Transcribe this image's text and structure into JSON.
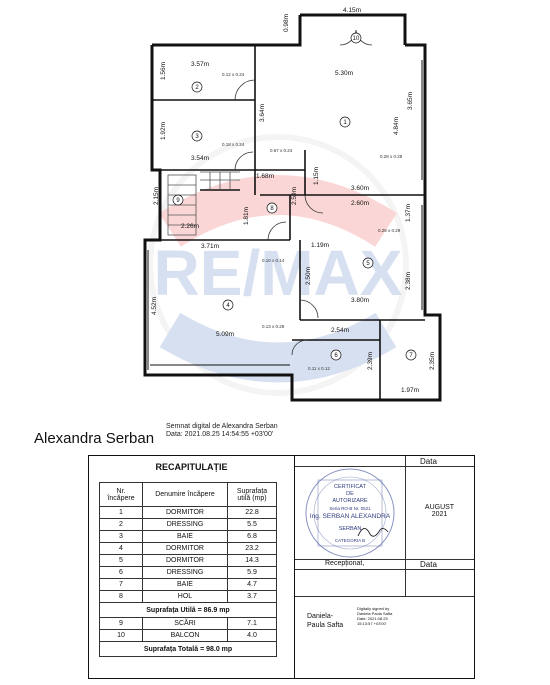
{
  "plan": {
    "dims": [
      "4.15m",
      "0.98m",
      "3.57m",
      "1.56m",
      "5.30m",
      "1.92m",
      "3.54m",
      "3.64m",
      "4.84m",
      "3.65m",
      "1.68m",
      "1.15m",
      "3.60m",
      "2.15m",
      "2.60m",
      "1.37m",
      "1.81m",
      "2.59m",
      "2.26m",
      "3.71m",
      "1.19m",
      "4.52m",
      "2.50m",
      "2.38m",
      "3.80m",
      "5.09m",
      "2.54m",
      "2.39m",
      "2.35m",
      "1.97m"
    ],
    "room_numbers": [
      "10",
      "1",
      "2",
      "3",
      "4",
      "5",
      "6",
      "7",
      "8",
      "9"
    ],
    "heights": [
      "0.12 x 0.24",
      "0.18 x 0.24",
      "0.67 x 0.24",
      "0.28 x 0.28",
      "0.28 x 0.29",
      "0.10 x 0.14",
      "0.13 x 0.28",
      "0.11 x 0.12"
    ],
    "watermark": "RE/MAX"
  },
  "signature": {
    "name": "Alexandra Serban",
    "digital_line1": "Semnat digital de Alexandra Serban",
    "digital_line2": "Data: 2021.08.25 14:54:55 +03'00'"
  },
  "recap": {
    "title": "RECAPITULAȚIE",
    "col_nr": "Nr. încăpere",
    "col_name": "Denumire încăpere",
    "col_area": "Suprafața utilă (mp)",
    "rows": [
      {
        "nr": "1",
        "name": "DORMITOR",
        "area": "22.8"
      },
      {
        "nr": "2",
        "name": "DRESSING",
        "area": "5.5"
      },
      {
        "nr": "3",
        "name": "BAIE",
        "area": "6.8"
      },
      {
        "nr": "4",
        "name": "DORMITOR",
        "area": "23.2"
      },
      {
        "nr": "5",
        "name": "DORMITOR",
        "area": "14.3"
      },
      {
        "nr": "6",
        "name": "DRESSING",
        "area": "5.9"
      },
      {
        "nr": "7",
        "name": "BAIE",
        "area": "4.7"
      },
      {
        "nr": "8",
        "name": "HOL",
        "area": "3.7"
      }
    ],
    "util_total": "Suprafața Utilă = 86.9 mp",
    "rows2": [
      {
        "nr": "9",
        "name": "SCĂRI",
        "area": "7.1"
      },
      {
        "nr": "10",
        "name": "BALCON",
        "area": "4.0"
      }
    ],
    "grand_total": "Suprafața Totală = 98.0 mp"
  },
  "cert": {
    "date_header": "Data",
    "stamp_l1": "CERTIFICAT",
    "stamp_l2": "DE",
    "stamp_l3": "AUTORIZARE",
    "stamp_l4": "Seria RO-B Nr. 0521",
    "stamp_l5": "Ing. SERBAN ALEXANDRA",
    "stamp_l6": "SERBAN",
    "stamp_l7": "CATEGORIA B",
    "date_value1": "AUGUST",
    "date_value2": "2021",
    "receptionat": "Recepționat,",
    "date_header2": "Data",
    "name2_l1": "Daniela-",
    "name2_l2": "Paula Safta",
    "digi2_l1": "Digitally signed by",
    "digi2_l2": "Daniela Paula Safta",
    "digi2_l3": "Date: 2021.08.25",
    "digi2_l4": "15:13:57 +03'00'"
  }
}
